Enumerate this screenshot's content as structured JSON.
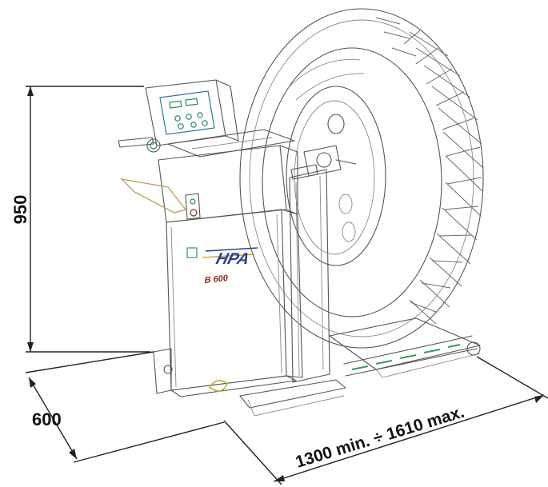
{
  "dimensions": {
    "height_label": "950",
    "depth_label": "600",
    "width_label": "1300 min. ÷ 1610 max."
  },
  "machine": {
    "brand_logo": "HPA",
    "model_label": "B 600"
  },
  "colors": {
    "outline": "#555555",
    "panel_accent": "#1f8a5a",
    "brand": "#2a3f8f",
    "model_text": "#8a2a1a",
    "handle_yellow": "#d8b84a"
  }
}
